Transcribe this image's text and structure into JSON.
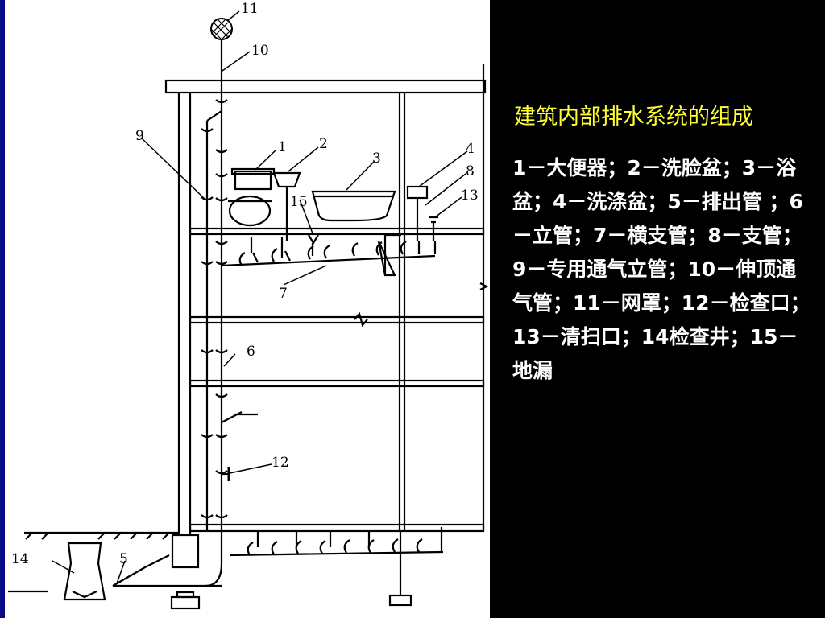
{
  "legend": {
    "title": "建筑内部排水系统的组成",
    "text": "1－大便器；2－洗脸盆；3－浴盆；4－洗涤盆；5－排出管 ；6－立管；7－横支管；8－支管； 9－专用通气立管；10－伸顶通气管；11－网罩；12－检查口；13－清扫口；14检查井；15－地漏"
  },
  "labels": {
    "n1": "1",
    "n2": "2",
    "n3": "3",
    "n4": "4",
    "n5": "5",
    "n6": "6",
    "n7": "7",
    "n8": "8",
    "n9": "9",
    "n10": "10",
    "n11": "11",
    "n12": "12",
    "n13": "13",
    "n14": "14",
    "n15": "15"
  },
  "colors": {
    "left_bar": "#0a0a86",
    "diagram_bg": "#ffffff",
    "panel_bg": "#000000",
    "title": "#ffff33",
    "legend_text": "#ffffff"
  }
}
